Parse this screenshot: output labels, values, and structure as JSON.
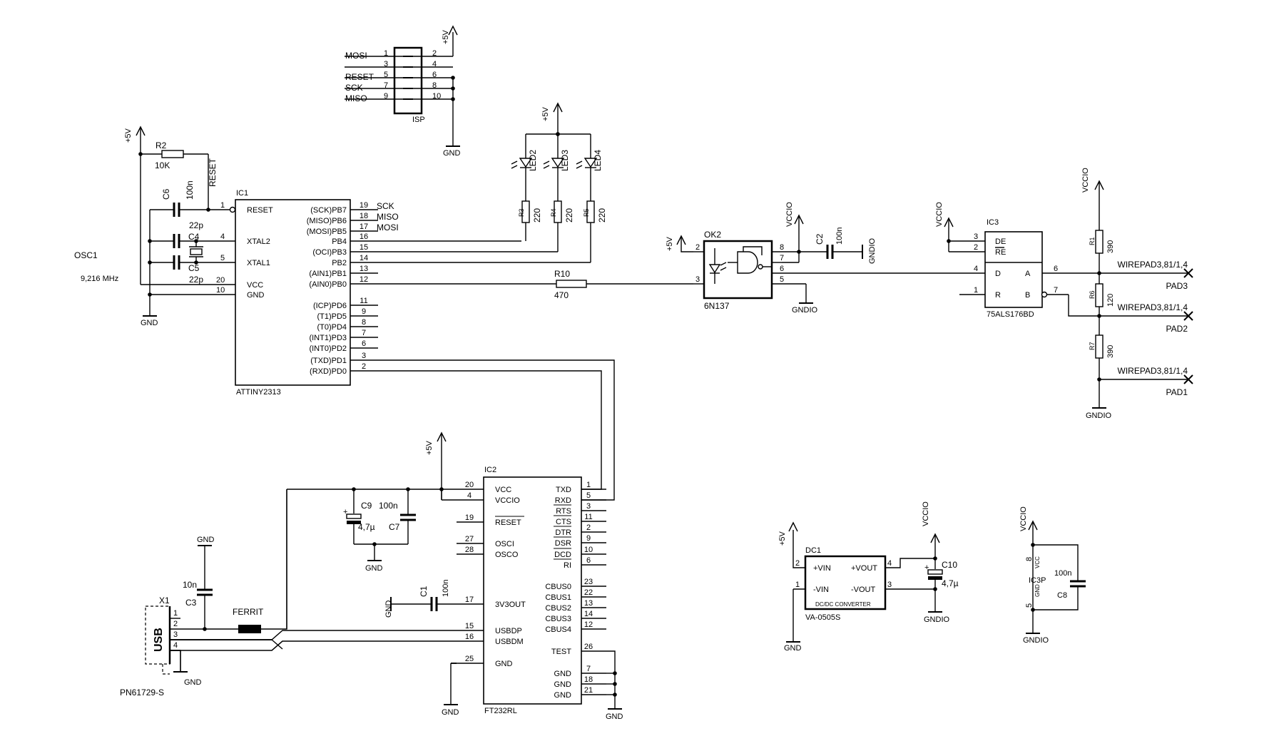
{
  "power": {
    "p5v": "+5V",
    "gnd": "GND",
    "vccio": "VCCIO",
    "gndio": "GNDIO"
  },
  "isp": {
    "name": "ISP",
    "left_labels": [
      "MOSI",
      "",
      "RESET",
      "SCK",
      "MISO"
    ],
    "left_pins": [
      "1",
      "3",
      "5",
      "7",
      "9"
    ],
    "right_pins": [
      "2",
      "4",
      "6",
      "8",
      "10"
    ]
  },
  "ic1": {
    "name": "IC1",
    "part": "ATTINY2313",
    "left_pins": [
      {
        "num": "1",
        "label": "RESET"
      },
      {
        "num": "4",
        "label": "XTAL2"
      },
      {
        "num": "5",
        "label": "XTAL1"
      },
      {
        "num": "20",
        "label": "VCC"
      },
      {
        "num": "10",
        "label": "GND"
      }
    ],
    "right_pins": [
      {
        "num": "19",
        "label": "(SCK)PB7",
        "net": "SCK"
      },
      {
        "num": "18",
        "label": "(MISO)PB6",
        "net": "MISO"
      },
      {
        "num": "17",
        "label": "(MOSI)PB5",
        "net": "MOSI"
      },
      {
        "num": "16",
        "label": "PB4",
        "net": ""
      },
      {
        "num": "15",
        "label": "(OCI)PB3",
        "net": ""
      },
      {
        "num": "14",
        "label": "PB2",
        "net": ""
      },
      {
        "num": "13",
        "label": "(AIN1)PB1",
        "net": ""
      },
      {
        "num": "12",
        "label": "(AIN0)PB0",
        "net": ""
      },
      {
        "num": "11",
        "label": "(ICP)PD6",
        "net": ""
      },
      {
        "num": "9",
        "label": "(T1)PD5",
        "net": ""
      },
      {
        "num": "8",
        "label": "(T0)PD4",
        "net": ""
      },
      {
        "num": "7",
        "label": "(INT1)PD3",
        "net": ""
      },
      {
        "num": "6",
        "label": "(INT0)PD2",
        "net": ""
      },
      {
        "num": "3",
        "label": "(TXD)PD1",
        "net": ""
      },
      {
        "num": "2",
        "label": "(RXD)PD0",
        "net": ""
      }
    ]
  },
  "r2": {
    "name": "R2",
    "value": "10K",
    "net": "RESET"
  },
  "c6": {
    "name": "C6",
    "value": "100n"
  },
  "c4": {
    "name": "C4",
    "value": "22p"
  },
  "c5": {
    "name": "C5",
    "value": "22p"
  },
  "osc1": {
    "name": "OSC1",
    "value": "9,216 MHz"
  },
  "leds": [
    {
      "name": "LED2",
      "r": "R3",
      "rv": "220"
    },
    {
      "name": "LED3",
      "r": "R4",
      "rv": "220"
    },
    {
      "name": "LED4",
      "r": "R5",
      "rv": "220"
    }
  ],
  "r10": {
    "name": "R10",
    "value": "470"
  },
  "ok2": {
    "name": "OK2",
    "part": "6N137",
    "pins": [
      "2",
      "3",
      "8",
      "7",
      "6",
      "5"
    ]
  },
  "c2": {
    "name": "C2",
    "value": "100n"
  },
  "ic3": {
    "name": "IC3",
    "part": "75ALS176BD",
    "labels": [
      "DE",
      "RE",
      "D",
      "R",
      "A",
      "B"
    ],
    "pins": [
      "3",
      "2",
      "4",
      "1",
      "6",
      "7"
    ]
  },
  "r1": {
    "name": "R1",
    "value": "390"
  },
  "r6": {
    "name": "R6",
    "value": "120"
  },
  "r7": {
    "name": "R7",
    "value": "390"
  },
  "pads": [
    {
      "label": "WIREPAD3,81/1,4",
      "name": "PAD3"
    },
    {
      "label": "WIREPAD3,81/1,4",
      "name": "PAD2"
    },
    {
      "label": "WIREPAD3,81/1,4",
      "name": "PAD1"
    }
  ],
  "ic2": {
    "name": "IC2",
    "part": "FT232RL",
    "left_pins": [
      {
        "num": "20",
        "label": "VCC"
      },
      {
        "num": "4",
        "label": "VCCIO"
      },
      {
        "num": "19",
        "label": "RESET"
      },
      {
        "num": "27",
        "label": "OSCI"
      },
      {
        "num": "28",
        "label": "OSCO"
      },
      {
        "num": "17",
        "label": "3V3OUT"
      },
      {
        "num": "15",
        "label": "USBDP"
      },
      {
        "num": "16",
        "label": "USBDM"
      },
      {
        "num": "25",
        "label": "GND"
      }
    ],
    "right_pins": [
      {
        "num": "1",
        "label": "TXD"
      },
      {
        "num": "5",
        "label": "RXD"
      },
      {
        "num": "3",
        "label": "RTS"
      },
      {
        "num": "11",
        "label": "CTS"
      },
      {
        "num": "2",
        "label": "DTR"
      },
      {
        "num": "9",
        "label": "DSR"
      },
      {
        "num": "10",
        "label": "DCD"
      },
      {
        "num": "6",
        "label": "RI"
      },
      {
        "num": "23",
        "label": "CBUS0"
      },
      {
        "num": "22",
        "label": "CBUS1"
      },
      {
        "num": "13",
        "label": "CBUS2"
      },
      {
        "num": "14",
        "label": "CBUS3"
      },
      {
        "num": "12",
        "label": "CBUS4"
      },
      {
        "num": "26",
        "label": "TEST"
      },
      {
        "num": "7",
        "label": "GND"
      },
      {
        "num": "18",
        "label": "GND"
      },
      {
        "num": "21",
        "label": "GND"
      }
    ]
  },
  "c9": {
    "name": "C9",
    "value": "4,7µ"
  },
  "c7": {
    "name": "C7",
    "value": "100n"
  },
  "c1": {
    "name": "C1",
    "value": "100n"
  },
  "c3": {
    "name": "C3",
    "value": "10n"
  },
  "ferrit": {
    "name": "FERRIT"
  },
  "x1": {
    "name": "X1",
    "label": "USB",
    "part": "PN61729-S",
    "pins": [
      "1",
      "2",
      "3",
      "4"
    ]
  },
  "dc1": {
    "name": "DC1",
    "part": "VA-0505S",
    "type": "DC/DC CONVERTER",
    "labels": [
      "+VIN",
      "-VIN",
      "+VOUT",
      "-VOUT"
    ],
    "pins": [
      "2",
      "1",
      "4",
      "3"
    ]
  },
  "c10": {
    "name": "C10",
    "value": "4,7µ"
  },
  "ic3p": {
    "name": "IC3P",
    "vcc": "VCC",
    "gnd": "GND",
    "pins": [
      "8",
      "5"
    ]
  },
  "c8": {
    "name": "C8",
    "value": "100n"
  }
}
